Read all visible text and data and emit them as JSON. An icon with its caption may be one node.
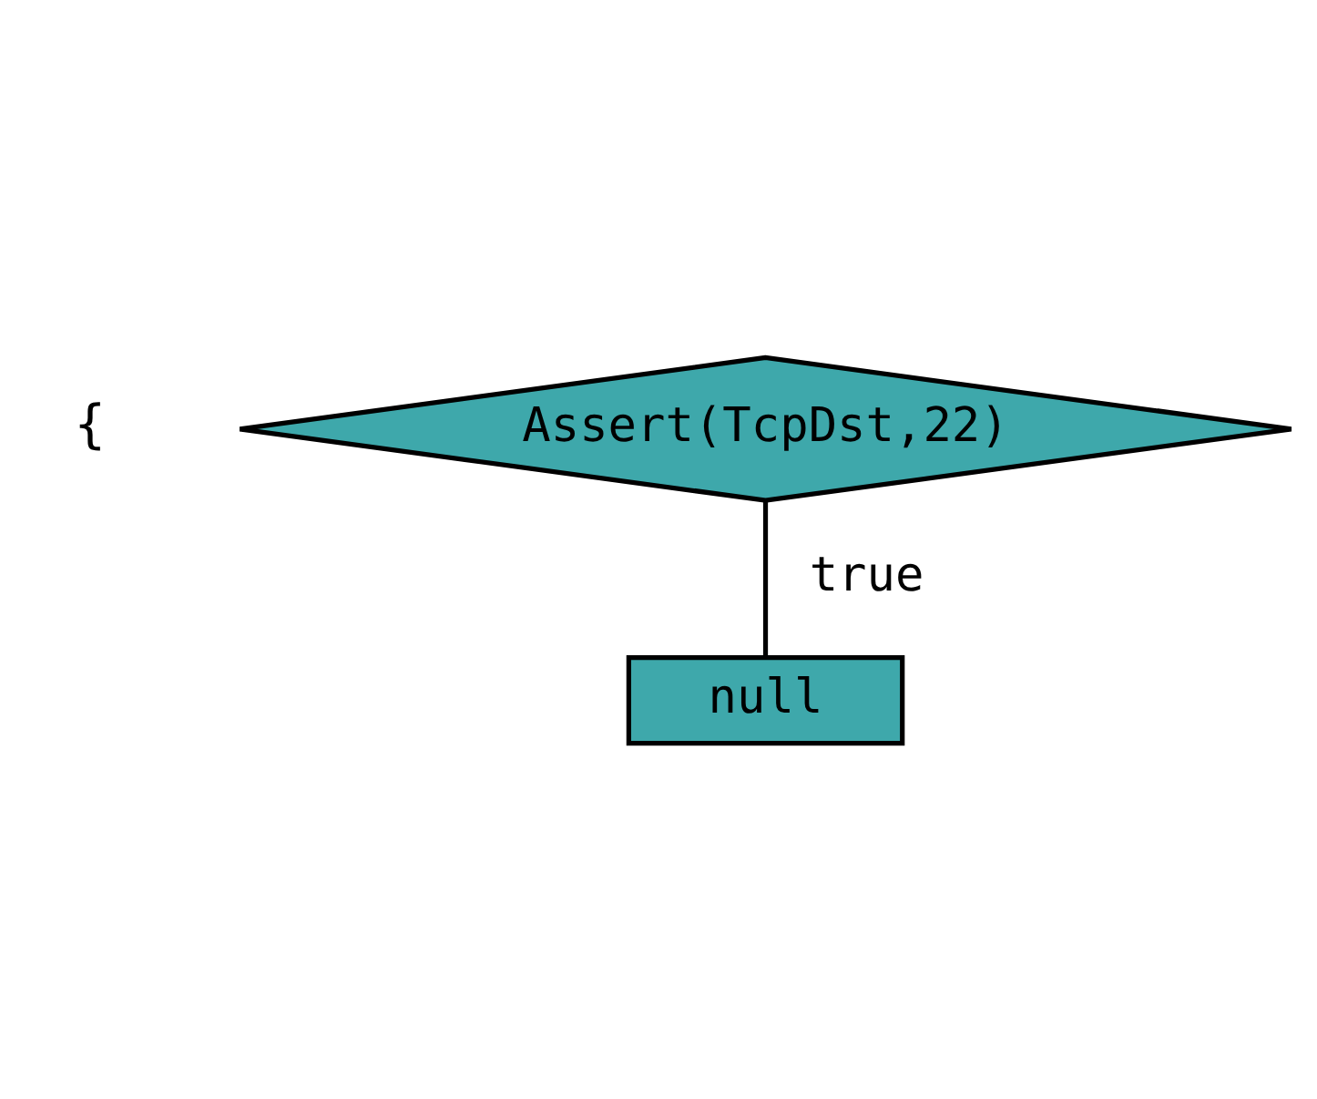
{
  "diagram": {
    "nodes": [
      {
        "text": [
          "Assert(TcpDst,22)"
        ]
      },
      {
        "text": [
          "null"
        ]
      }
    ],
    "edges": [
      {
        "from": 0,
        "to": 1,
        "arrow": "none",
        "label": "true"
      }
    ],
    "labels": [
      "{"
    ]
  }
}
